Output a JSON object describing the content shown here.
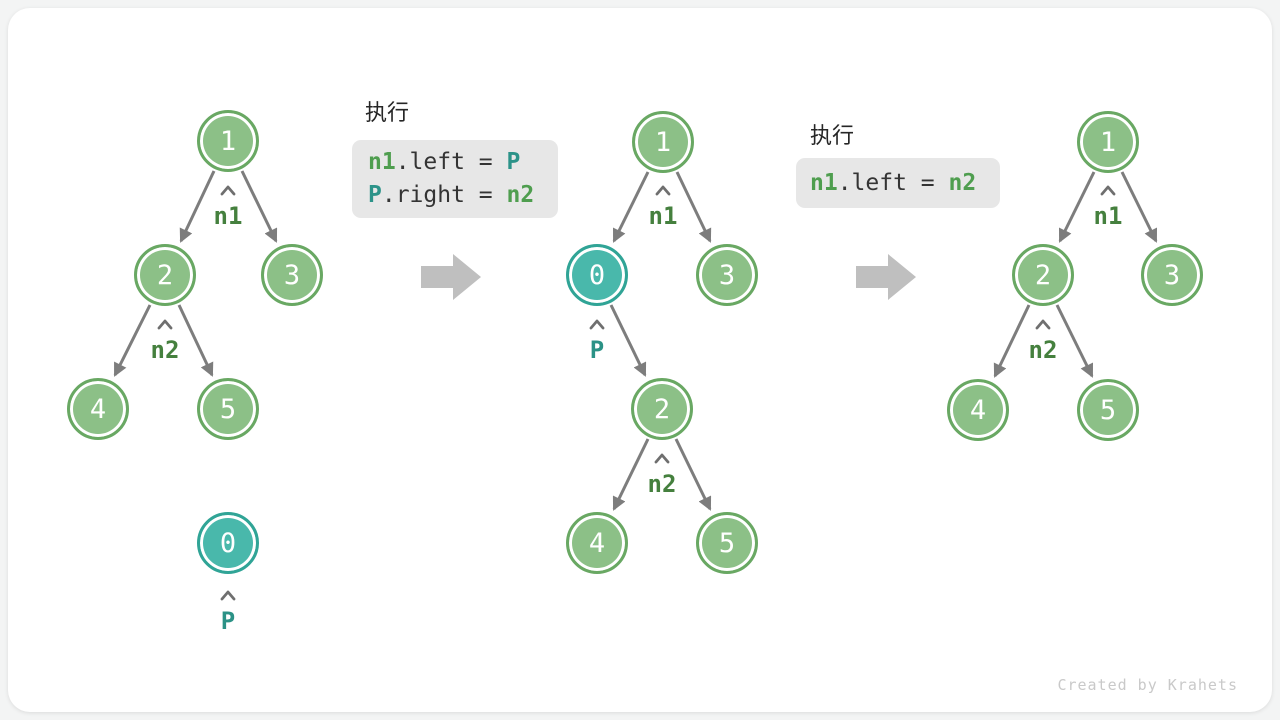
{
  "watermark": "Created by Krahets",
  "colors": {
    "node_green_fill": "#8cc087",
    "node_green_border": "#69a863",
    "node_teal_fill": "#49b8ab",
    "node_teal_border": "#30a496",
    "edge_gray": "#7d7d7d",
    "block_arrow_gray": "#bfbfbf",
    "pointer_label_green": "#45803e",
    "pointer_label_teal": "#2b9286",
    "code_bg": "#e7e7e7",
    "code_text": "#343434",
    "code_green": "#4f9e4f",
    "code_teal": "#2c9389",
    "card_bg": "#ffffff",
    "page_bg": "#f3f4f4"
  },
  "steps": [
    {
      "title": "执行",
      "lines": [
        [
          "n1",
          ".left = ",
          "P"
        ],
        [
          "P",
          ".right = ",
          "n2"
        ]
      ]
    },
    {
      "title": "执行",
      "lines": [
        [
          "n1",
          ".left = ",
          "n2"
        ]
      ]
    }
  ],
  "trees": [
    {
      "name": "initial-tree-with-detached-node",
      "nodes": [
        {
          "value": "1"
        },
        {
          "value": "2"
        },
        {
          "value": "3"
        },
        {
          "value": "4"
        },
        {
          "value": "5"
        },
        {
          "value": "0",
          "variant": "teal"
        }
      ],
      "edges": [
        "1->2",
        "1->3",
        "2->4",
        "2->5"
      ],
      "pointers": [
        {
          "label": "n1",
          "points_to": "1"
        },
        {
          "label": "n2",
          "points_to": "2"
        },
        {
          "label": "P",
          "points_to": "0",
          "variant": "teal"
        }
      ]
    },
    {
      "name": "tree-after-inserting-p",
      "nodes": [
        {
          "value": "1"
        },
        {
          "value": "0",
          "variant": "teal"
        },
        {
          "value": "3"
        },
        {
          "value": "2"
        },
        {
          "value": "4"
        },
        {
          "value": "5"
        }
      ],
      "edges": [
        "1->0",
        "1->3",
        "0->2",
        "2->4",
        "2->5"
      ],
      "pointers": [
        {
          "label": "n1",
          "points_to": "1"
        },
        {
          "label": "P",
          "points_to": "0",
          "variant": "teal"
        },
        {
          "label": "n2",
          "points_to": "2"
        }
      ]
    },
    {
      "name": "final-tree",
      "nodes": [
        {
          "value": "1"
        },
        {
          "value": "2"
        },
        {
          "value": "3"
        },
        {
          "value": "4"
        },
        {
          "value": "5"
        }
      ],
      "edges": [
        "1->2",
        "1->3",
        "2->4",
        "2->5"
      ],
      "pointers": [
        {
          "label": "n1",
          "points_to": "1"
        },
        {
          "label": "n2",
          "points_to": "2"
        }
      ]
    }
  ]
}
